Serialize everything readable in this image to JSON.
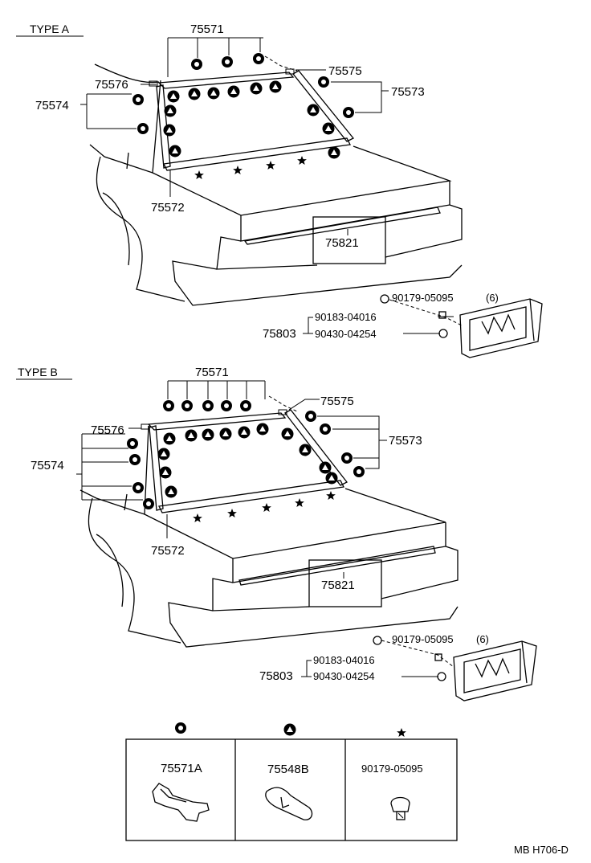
{
  "type_a": {
    "title": "TYPE A",
    "labels": {
      "molding_upper": "75571",
      "molding_corner": "75575",
      "molding_side_r": "75573",
      "molding_corner_l": "75576",
      "molding_side_l": "75574",
      "molding_lower": "75572",
      "garnish": "75821",
      "assy": "75803",
      "nut": "90179-05095",
      "nut_qty": "(6)",
      "clip1": "90183-04016",
      "clip2": "90430-04254"
    }
  },
  "type_b": {
    "title": "TYPE B",
    "labels": {
      "molding_upper": "75571",
      "molding_corner": "75575",
      "molding_side_r": "75573",
      "molding_corner_l": "75576",
      "molding_side_l": "75574",
      "molding_lower": "75572",
      "garnish": "75821",
      "assy": "75803",
      "nut": "90179-05095",
      "nut_qty": "(6)",
      "clip1": "90183-04016",
      "clip2": "90430-04254"
    }
  },
  "legend": {
    "items": [
      {
        "symbol": "circle-dot",
        "part": "75571A"
      },
      {
        "symbol": "triangle",
        "part": "75548B"
      },
      {
        "symbol": "star",
        "part": "90179-05095"
      }
    ]
  },
  "code": "MB H706-D"
}
